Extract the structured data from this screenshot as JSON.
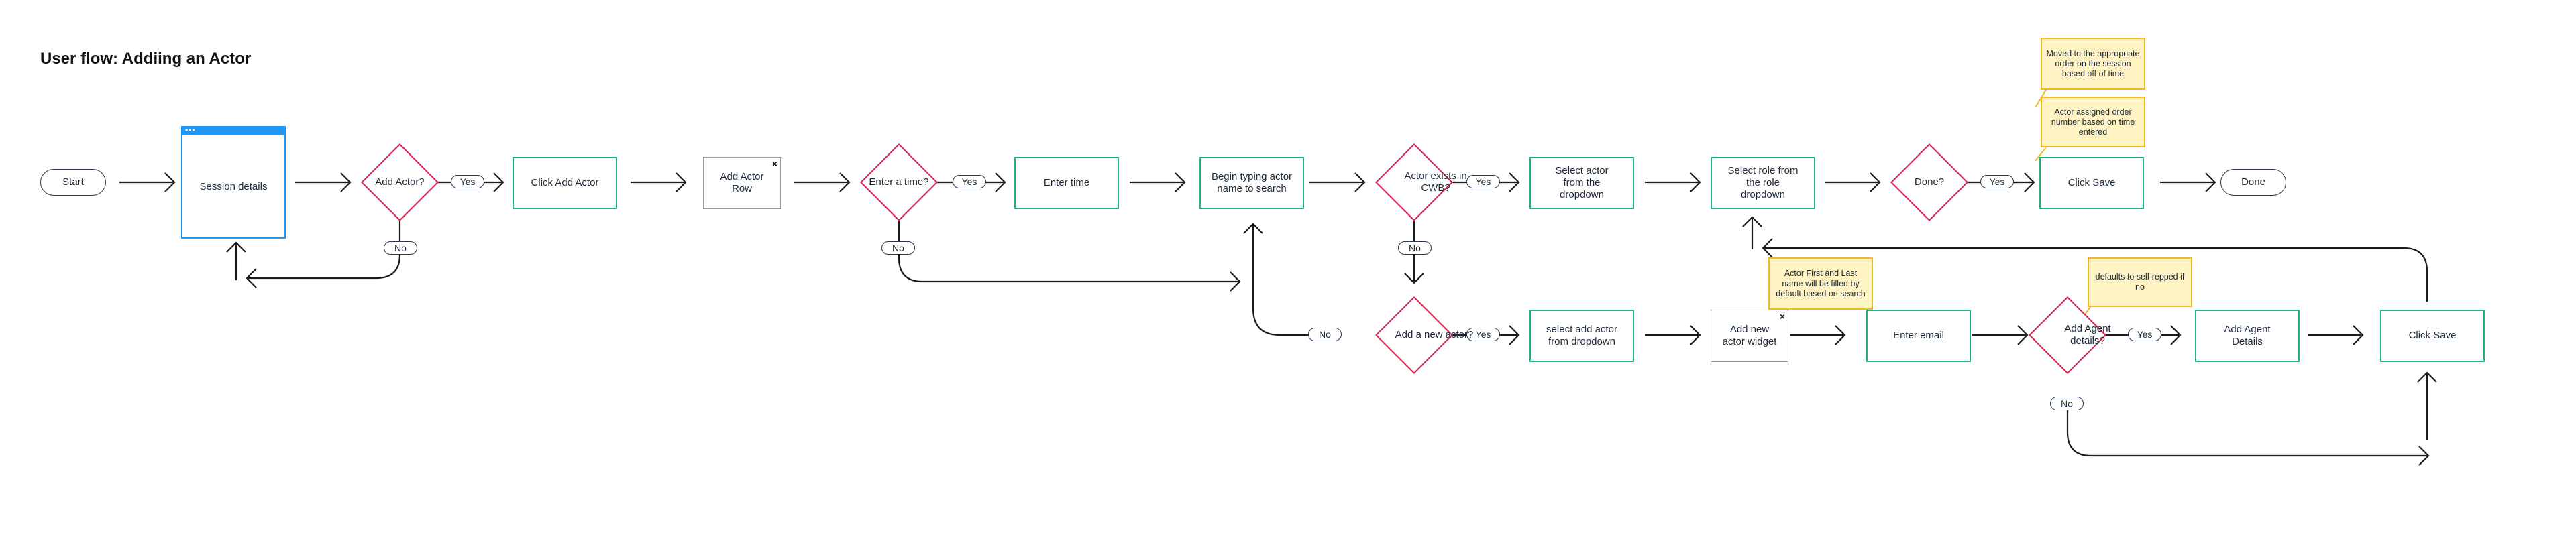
{
  "title": "User flow: Addiing an Actor",
  "nodes": {
    "start": "Start",
    "session_details": "Session details",
    "add_actor_q": "Add Actor?",
    "click_add_actor": "Click Add Actor",
    "add_actor_row": "Add Actor Row",
    "enter_time_q": "Enter a time?",
    "enter_time": "Enter time",
    "begin_typing": "Begin typing actor name to search",
    "actor_exists_q": "Actor exists in CWB?",
    "select_actor": "Select actor from the dropdown",
    "select_role": "Select role from the role dropdown",
    "done_q": "Done?",
    "click_save_top": "Click Save",
    "done": "Done",
    "add_new_actor_q": "Add a new actor?",
    "select_add_actor": "select add actor from dropdown",
    "add_new_actor_widget": "Add new actor widget",
    "enter_email": "Enter email",
    "add_agent_q": "Add Agent details?",
    "add_agent_details": "Add Agent Details",
    "click_save_bottom": "Click Save"
  },
  "labels": {
    "yes": "Yes",
    "no": "No"
  },
  "notes": {
    "moved": "Moved to the appropriate order on the session based off of time",
    "assigned": "Actor assigned order number based on time entered",
    "prefill": "Actor First and Last name will be filled by default based on search",
    "defaults": "defaults to self repped if no"
  },
  "colors": {
    "process": "#1fb28a",
    "decision": "#d6224f",
    "window": "#2196f3",
    "note_fill": "#fff3c4",
    "note_border": "#f5b820"
  }
}
